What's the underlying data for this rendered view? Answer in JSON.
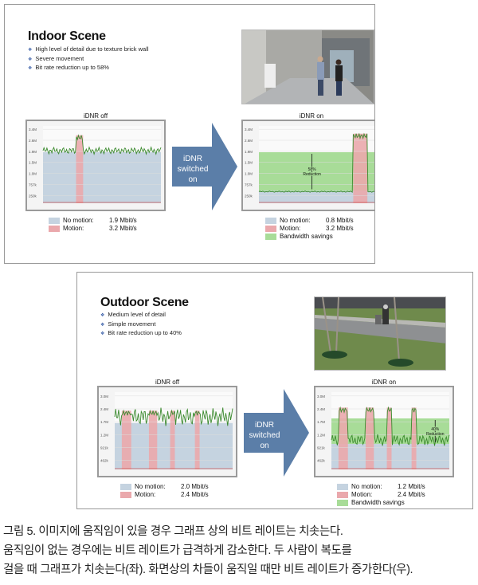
{
  "colors": {
    "no_motion": "#c5d3e0",
    "motion": "#eaa8ac",
    "savings": "#a8dc98",
    "line": "#3b8a2e",
    "arrow": "#5b7ea8"
  },
  "slides": [
    {
      "title": "Indoor Scene",
      "bullets": [
        "High level of detail due to texture brick wall",
        "Severe movement",
        "Bit rate reduction up to 58%"
      ],
      "photo_icon": "indoor-corridor-photo",
      "arrow_text": [
        "iDNR",
        "switched",
        "on"
      ],
      "charts": [
        {
          "label": "iDNR off",
          "ticks": [
            "3.4M",
            "2.6M",
            "1.9M",
            "1.5M",
            "1.0M",
            "757k",
            "250k"
          ],
          "no_motion_level": 0.66,
          "line_level": 0.68,
          "jitter": 0.03,
          "motion": [
            [
              0.28,
              0.34
            ]
          ],
          "peak": 0.88,
          "legend": [
            {
              "k": "No motion:",
              "v": "1.9 Mbit/s",
              "c": "no_motion"
            },
            {
              "k": "Motion:",
              "v": "3.2 Mbit/s",
              "c": "motion"
            }
          ]
        },
        {
          "label": "iDNR on",
          "ticks": [
            "3.4M",
            "2.6M",
            "1.9M",
            "1.5M",
            "1.0M",
            "757k",
            "250k"
          ],
          "no_motion_level": 0.16,
          "line_level": 0.15,
          "jitter": 0.005,
          "motion": [
            [
              0.8,
              0.92
            ]
          ],
          "peak": 0.9,
          "savings_level": 0.66,
          "annotation": [
            "58%",
            "Reduction"
          ],
          "legend": [
            {
              "k": "No motion:",
              "v": "0.8 Mbit/s",
              "c": "no_motion"
            },
            {
              "k": "Motion:",
              "v": "3.2 Mbit/s",
              "c": "motion"
            },
            {
              "k": "Bandwidth savings",
              "v": "",
              "c": "savings"
            }
          ]
        }
      ]
    },
    {
      "title": "Outdoor Scene",
      "bullets": [
        "Medium level of detail",
        "Simple movement",
        "Bit rate reduction up to 40%"
      ],
      "photo_icon": "outdoor-street-photo",
      "arrow_text": [
        "iDNR",
        "switched",
        "on"
      ],
      "charts": [
        {
          "label": "iDNR off",
          "ticks": [
            "3.0M",
            "2.4M",
            "1.7M",
            "1.2M",
            "921k",
            "462k"
          ],
          "no_motion_level": 0.6,
          "line_level": 0.68,
          "jitter": 0.08,
          "motion": [
            [
              0.06,
              0.14
            ],
            [
              0.29,
              0.36
            ],
            [
              0.47,
              0.51
            ],
            [
              0.68,
              0.72
            ]
          ],
          "peak": 0.76,
          "legend": [
            {
              "k": "No motion:",
              "v": "2.0 Mbit/s",
              "c": "no_motion"
            },
            {
              "k": "Motion:",
              "v": "2.4 Mbit/s",
              "c": "motion"
            }
          ]
        },
        {
          "label": "iDNR on",
          "ticks": [
            "3.0M",
            "2.4M",
            "1.7M",
            "1.2M",
            "921k",
            "462k"
          ],
          "no_motion_level": 0.33,
          "line_level": 0.38,
          "jitter": 0.05,
          "motion": [
            [
              0.06,
              0.14
            ],
            [
              0.29,
              0.36
            ],
            [
              0.47,
              0.51
            ],
            [
              0.68,
              0.72
            ]
          ],
          "peak": 0.8,
          "savings_level": 0.66,
          "annotation": [
            "40%",
            "Reduction"
          ],
          "legend": [
            {
              "k": "No motion:",
              "v": "1.2 Mbit/s",
              "c": "no_motion"
            },
            {
              "k": "Motion:",
              "v": "2.4 Mbit/s",
              "c": "motion"
            },
            {
              "k": "Bandwidth savings",
              "v": "",
              "c": "savings"
            }
          ]
        }
      ]
    }
  ],
  "caption": [
    "그림 5. 이미지에 움직임이 있을 경우 그래프 상의 비트 레이트는 치솟는다.",
    "움직임이 없는 경우에는 비트 레이트가 급격하게 감소한다. 두 사람이 복도를",
    "걸을 때 그래프가 치솟는다(좌). 화면상의 차들이 움직일 때만 비트 레이트가 증가한다(우)."
  ]
}
